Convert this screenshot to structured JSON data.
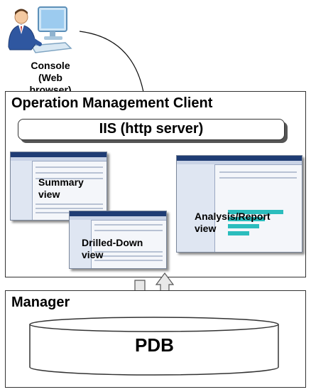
{
  "console": {
    "label_line1": "Console",
    "label_line2": "(Web browser)",
    "icon": "user-at-computer-icon"
  },
  "omc": {
    "title": "Operation Management Client",
    "iis_label": "IIS (http server)",
    "views": {
      "summary_line1": "Summary",
      "summary_line2": "view",
      "drilled_line1": "Drilled-Down",
      "drilled_line2": "view",
      "analysis_line1": "Analysis/Report",
      "analysis_line2": "view"
    }
  },
  "manager": {
    "title": "Manager",
    "db_label": "PDB"
  },
  "colors": {
    "box_border": "#333333",
    "iis_bar": "#ffffff",
    "thumb_header": "#1f3c74",
    "chart_bar": "#2bbdbd"
  }
}
